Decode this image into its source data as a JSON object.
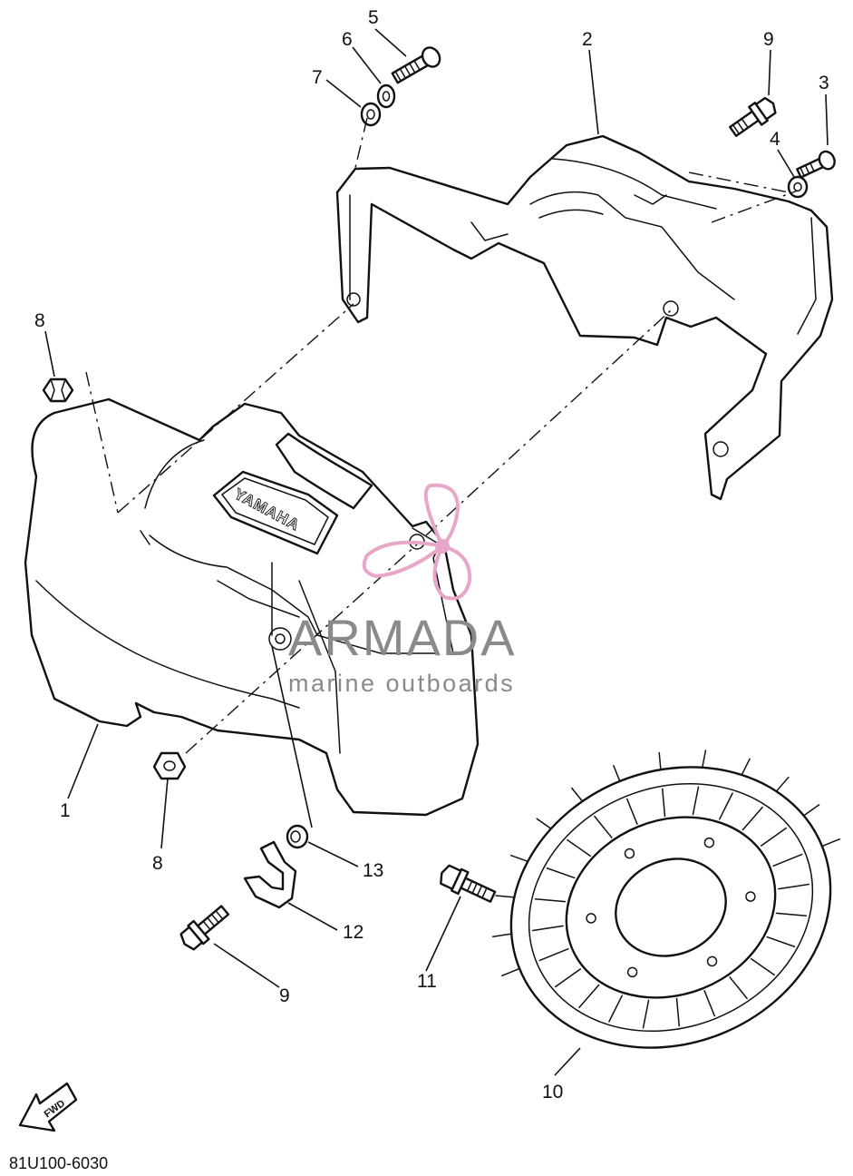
{
  "diagram": {
    "brand_emboss": "YAMAHA",
    "fwd_label": "FWD",
    "drawing_code": "81U100-6030",
    "callouts": [
      {
        "id": "c1",
        "label": "1"
      },
      {
        "id": "c2",
        "label": "2"
      },
      {
        "id": "c3",
        "label": "3"
      },
      {
        "id": "c4",
        "label": "4"
      },
      {
        "id": "c5",
        "label": "5"
      },
      {
        "id": "c6",
        "label": "6"
      },
      {
        "id": "c7",
        "label": "7"
      },
      {
        "id": "c8a",
        "label": "8"
      },
      {
        "id": "c8b",
        "label": "8"
      },
      {
        "id": "c9a",
        "label": "9"
      },
      {
        "id": "c9b",
        "label": "9"
      },
      {
        "id": "c10",
        "label": "10"
      },
      {
        "id": "c11",
        "label": "11"
      },
      {
        "id": "c12",
        "label": "12"
      },
      {
        "id": "c13",
        "label": "13"
      }
    ]
  },
  "watermark": {
    "title": "ARMADA",
    "subtitle": "marine outboards",
    "title_color": "#8a8a8a",
    "logo_color": "#e8a6c8"
  }
}
